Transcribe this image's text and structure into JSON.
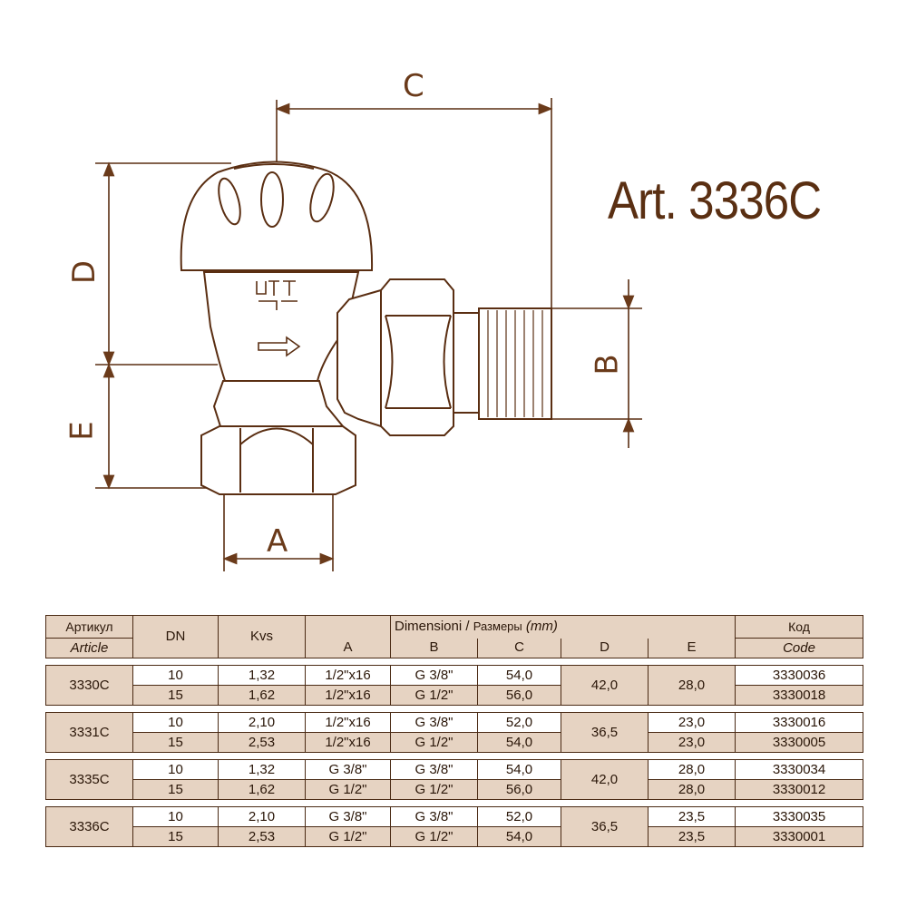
{
  "title": "Art. 3336C",
  "dimension_labels": {
    "a": "A",
    "b": "B",
    "c": "C",
    "d": "D",
    "e": "E"
  },
  "table": {
    "header": {
      "article_ru": "Артикул",
      "article_it": "Article",
      "dn": "DN",
      "kvs": "Kvs",
      "dimensions_it": "Dimensioni",
      "dimensions_sep": "/",
      "dimensions_ru": "Размеры",
      "dimensions_unit": "(mm)",
      "a": "A",
      "b": "B",
      "c": "C",
      "d": "D",
      "e": "E",
      "code_ru": "Код",
      "code_it": "Code"
    },
    "groups": [
      {
        "article": "3330C",
        "d": "42,0",
        "e_merged": "28,0",
        "rows": [
          {
            "dn": "10",
            "kvs": "1,32",
            "a": "1/2\"x16",
            "b": "G 3/8\"",
            "c": "54,0",
            "e": "",
            "code": "3330036"
          },
          {
            "dn": "15",
            "kvs": "1,62",
            "a": "1/2\"x16",
            "b": "G 1/2\"",
            "c": "56,0",
            "e": "",
            "code": "3330018"
          }
        ]
      },
      {
        "article": "3331C",
        "d": "36,5",
        "e_merged": "",
        "rows": [
          {
            "dn": "10",
            "kvs": "2,10",
            "a": "1/2\"x16",
            "b": "G 3/8\"",
            "c": "52,0",
            "e": "23,0",
            "code": "3330016"
          },
          {
            "dn": "15",
            "kvs": "2,53",
            "a": "1/2\"x16",
            "b": "G 1/2\"",
            "c": "54,0",
            "e": "23,0",
            "code": "3330005"
          }
        ]
      },
      {
        "article": "3335C",
        "d": "42,0",
        "e_merged": "",
        "rows": [
          {
            "dn": "10",
            "kvs": "1,32",
            "a": "G 3/8\"",
            "b": "G 3/8\"",
            "c": "54,0",
            "e": "28,0",
            "code": "3330034"
          },
          {
            "dn": "15",
            "kvs": "1,62",
            "a": "G 1/2\"",
            "b": "G 1/2\"",
            "c": "56,0",
            "e": "28,0",
            "code": "3330012"
          }
        ]
      },
      {
        "article": "3336C",
        "d": "36,5",
        "e_merged": "",
        "rows": [
          {
            "dn": "10",
            "kvs": "2,10",
            "a": "G 3/8\"",
            "b": "G 3/8\"",
            "c": "52,0",
            "e": "23,5",
            "code": "3330035"
          },
          {
            "dn": "15",
            "kvs": "2,53",
            "a": "G 1/2\"",
            "b": "G 1/2\"",
            "c": "54,0",
            "e": "23,5",
            "code": "3330001"
          }
        ]
      }
    ]
  }
}
